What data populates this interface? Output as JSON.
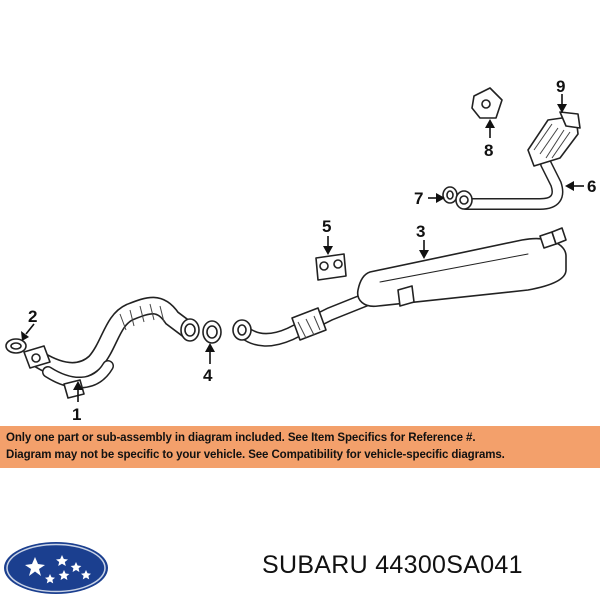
{
  "diagram": {
    "callouts": [
      {
        "id": "1",
        "label": "1"
      },
      {
        "id": "2",
        "label": "2"
      },
      {
        "id": "3",
        "label": "3"
      },
      {
        "id": "4",
        "label": "4"
      },
      {
        "id": "5",
        "label": "5"
      },
      {
        "id": "6",
        "label": "6"
      },
      {
        "id": "7",
        "label": "7"
      },
      {
        "id": "8",
        "label": "8"
      },
      {
        "id": "9",
        "label": "9"
      }
    ]
  },
  "notice": {
    "line1": "Only one part or sub-assembly in diagram included. See Item Specifics for Reference #.",
    "line2": "Diagram may not be specific to your vehicle. See Compatibility for vehicle-specific diagrams.",
    "background": "#f3a06b"
  },
  "brand": {
    "logo_icon": "subaru-logo-icon",
    "logo_color": "#1b3f8f",
    "title": "SUBARU 44300SA041"
  }
}
